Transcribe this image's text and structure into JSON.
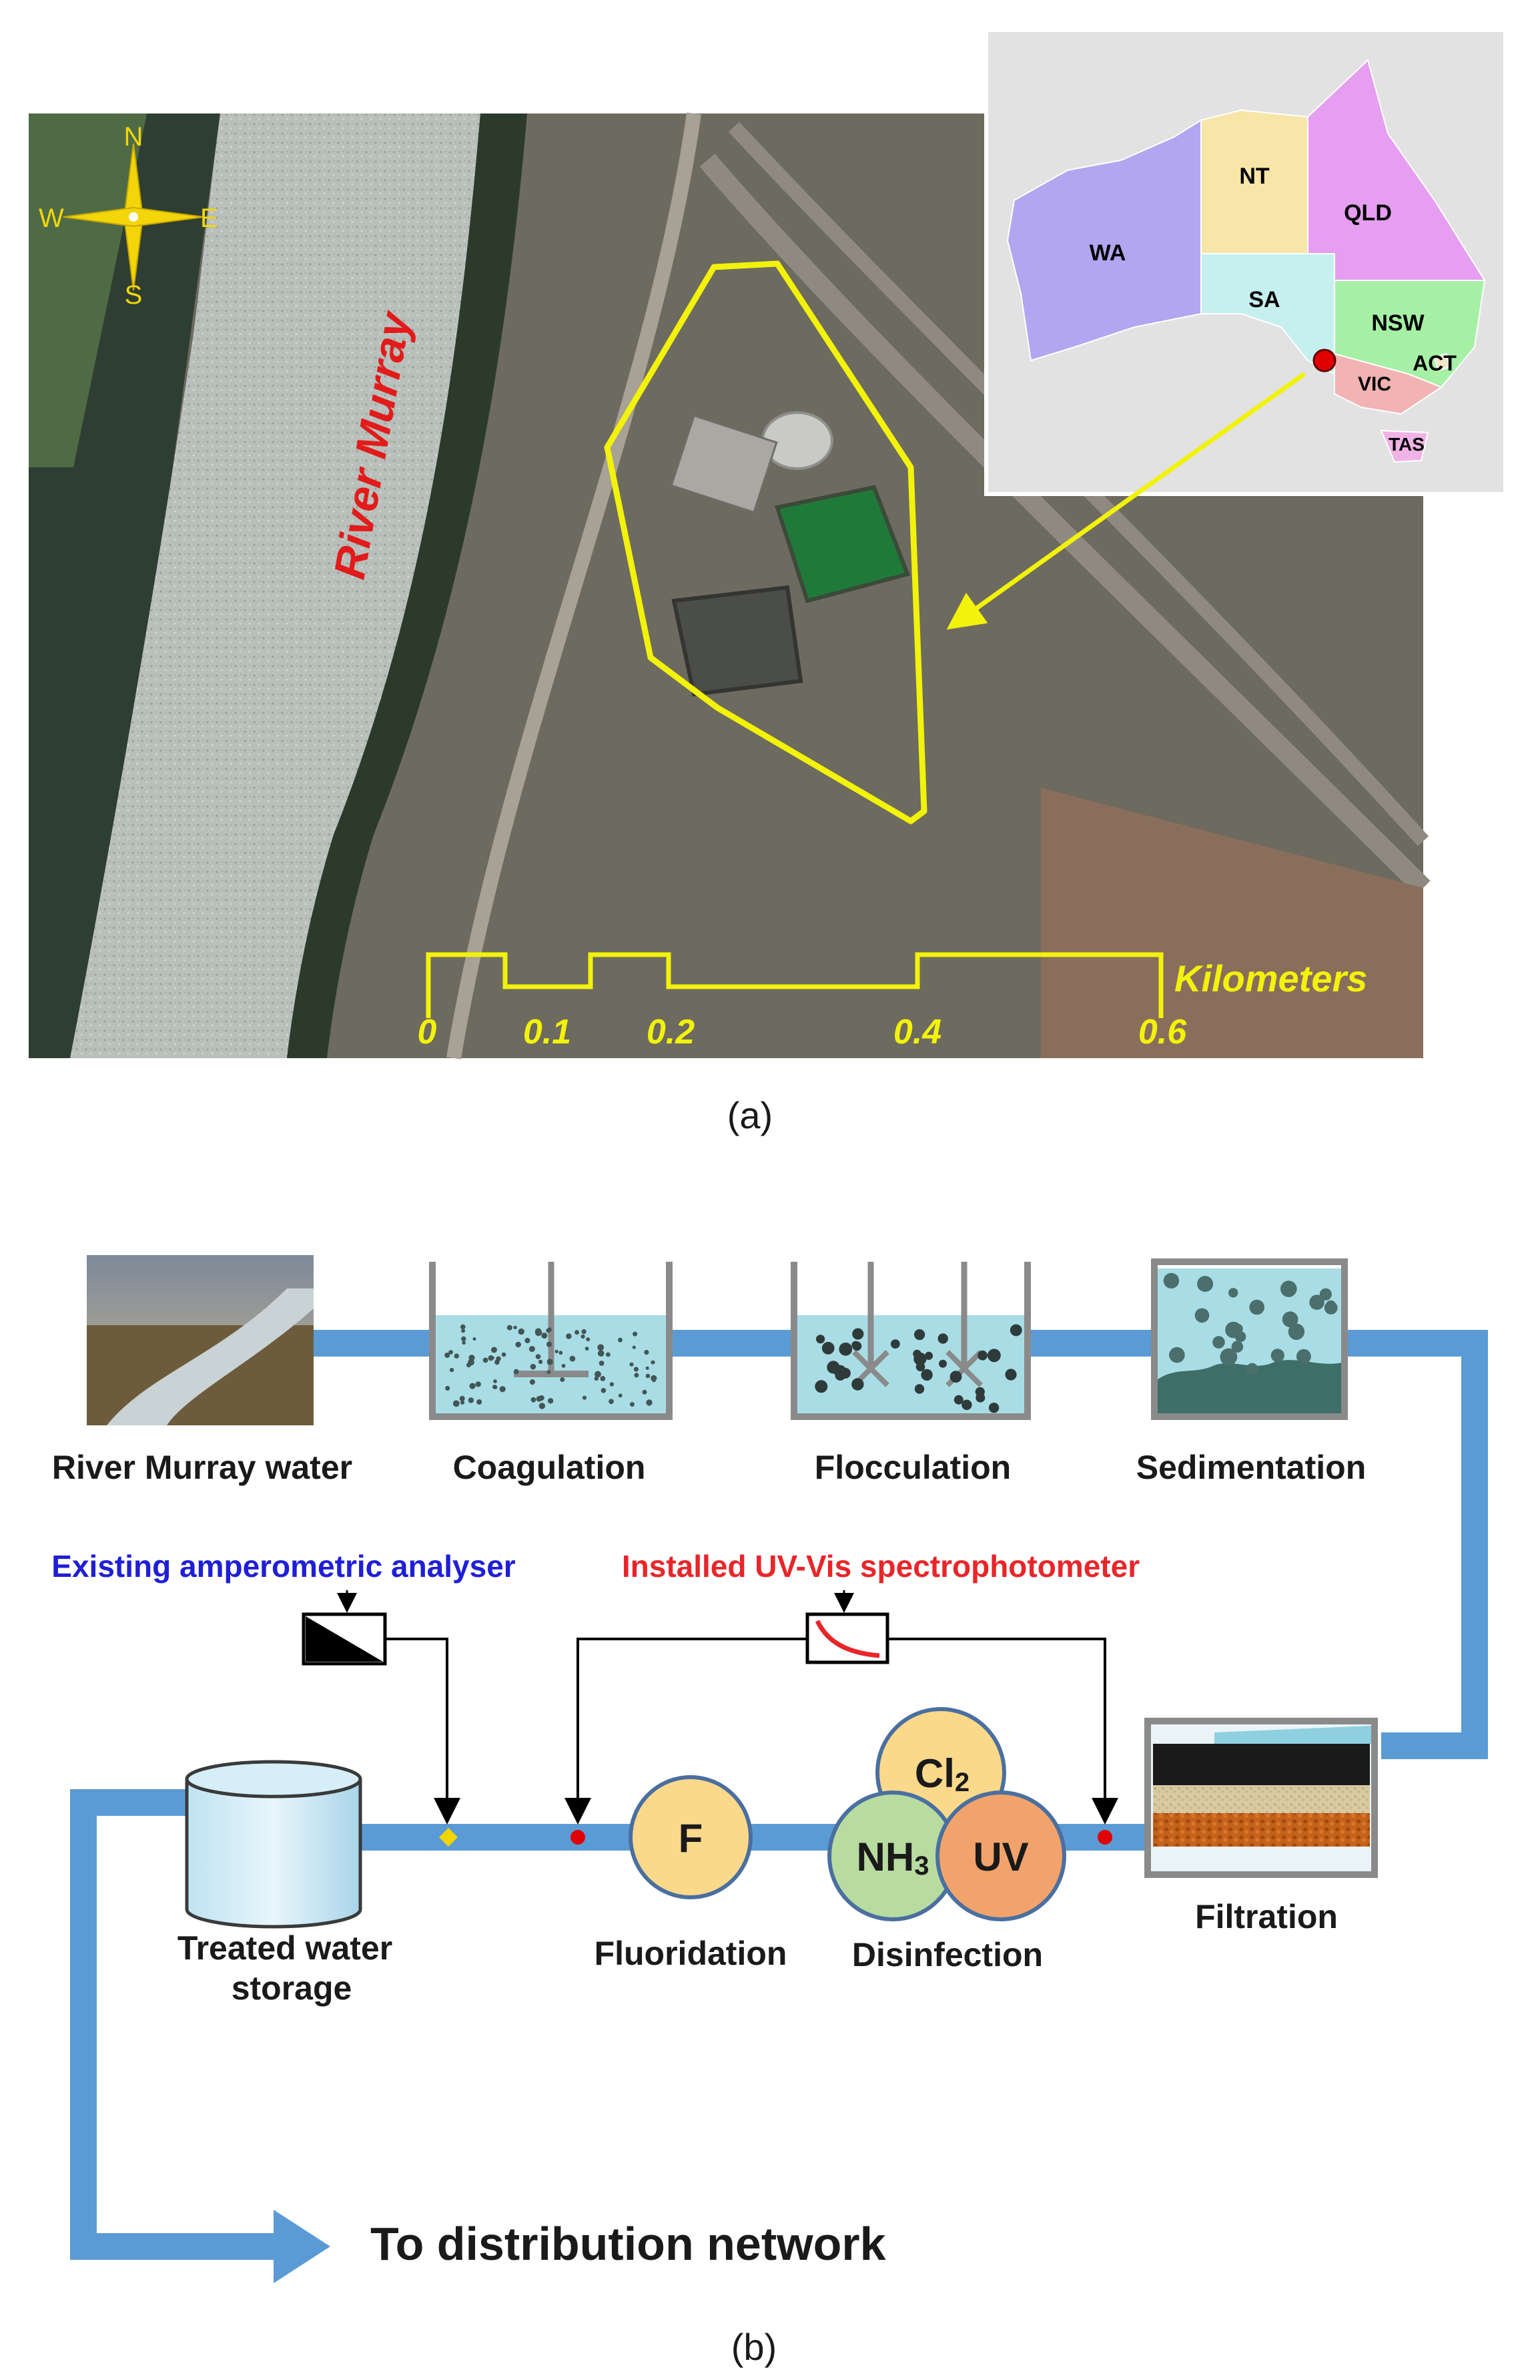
{
  "panel_a": {
    "caption": "(a)",
    "river_label": "River Murray",
    "compass": {
      "north": "N",
      "south": "S",
      "east": "E",
      "west": "W"
    },
    "scale_bar": {
      "unit": "Kilometers",
      "ticks": [
        "0",
        "0.1",
        "0.2",
        "0.4",
        "0.6"
      ]
    },
    "inset_map": {
      "regions": [
        "WA",
        "NT",
        "QLD",
        "SA",
        "NSW",
        "ACT",
        "VIC",
        "TAS"
      ],
      "colors": {
        "WA": "#b3a6f0",
        "NT": "#f7e6a8",
        "QLD": "#e59ef0",
        "SA": "#c6f0f0",
        "NSW": "#a6f0a6",
        "ACT": "#f0e6c8",
        "VIC": "#f2b3b3",
        "TAS": "#f0b3e6"
      },
      "marker_color": "#e00000"
    },
    "colors": {
      "outline": "#f2f20a",
      "river": "#b7bdb7",
      "land": "#6d6a5f"
    }
  },
  "panel_b": {
    "caption": "(b)",
    "stages": {
      "river": "River Murray water",
      "coagulation": "Coagulation",
      "flocculation": "Flocculation",
      "sedimentation": "Sedimentation",
      "filtration": "Filtration",
      "disinfection": "Disinfection",
      "fluoridation": "Fluoridation",
      "storage_line1": "Treated water",
      "storage_line2": "storage"
    },
    "fluoride_label": "F",
    "disinfectants": {
      "cl": "Cl",
      "cl_sub": "2",
      "nh": "NH",
      "nh_sub": "3",
      "uv": "UV"
    },
    "instruments": {
      "amperometric": "Existing amperometric analyser",
      "spectrophotometer": "Installed UV-Vis spectrophotometer"
    },
    "outlet": "To distribution network",
    "colors": {
      "pipe": "#5b9bd5",
      "amperometric": "#1f1fd6",
      "spectrophotometer": "#e8262a",
      "fluoride": "#fbd98a",
      "cl": "#fbd98a",
      "nh": "#b8dba0",
      "uv": "#f2a36b",
      "water": "#a9dde6",
      "sensor_point": "#e00000",
      "analyser_point": "#f2d600"
    }
  }
}
